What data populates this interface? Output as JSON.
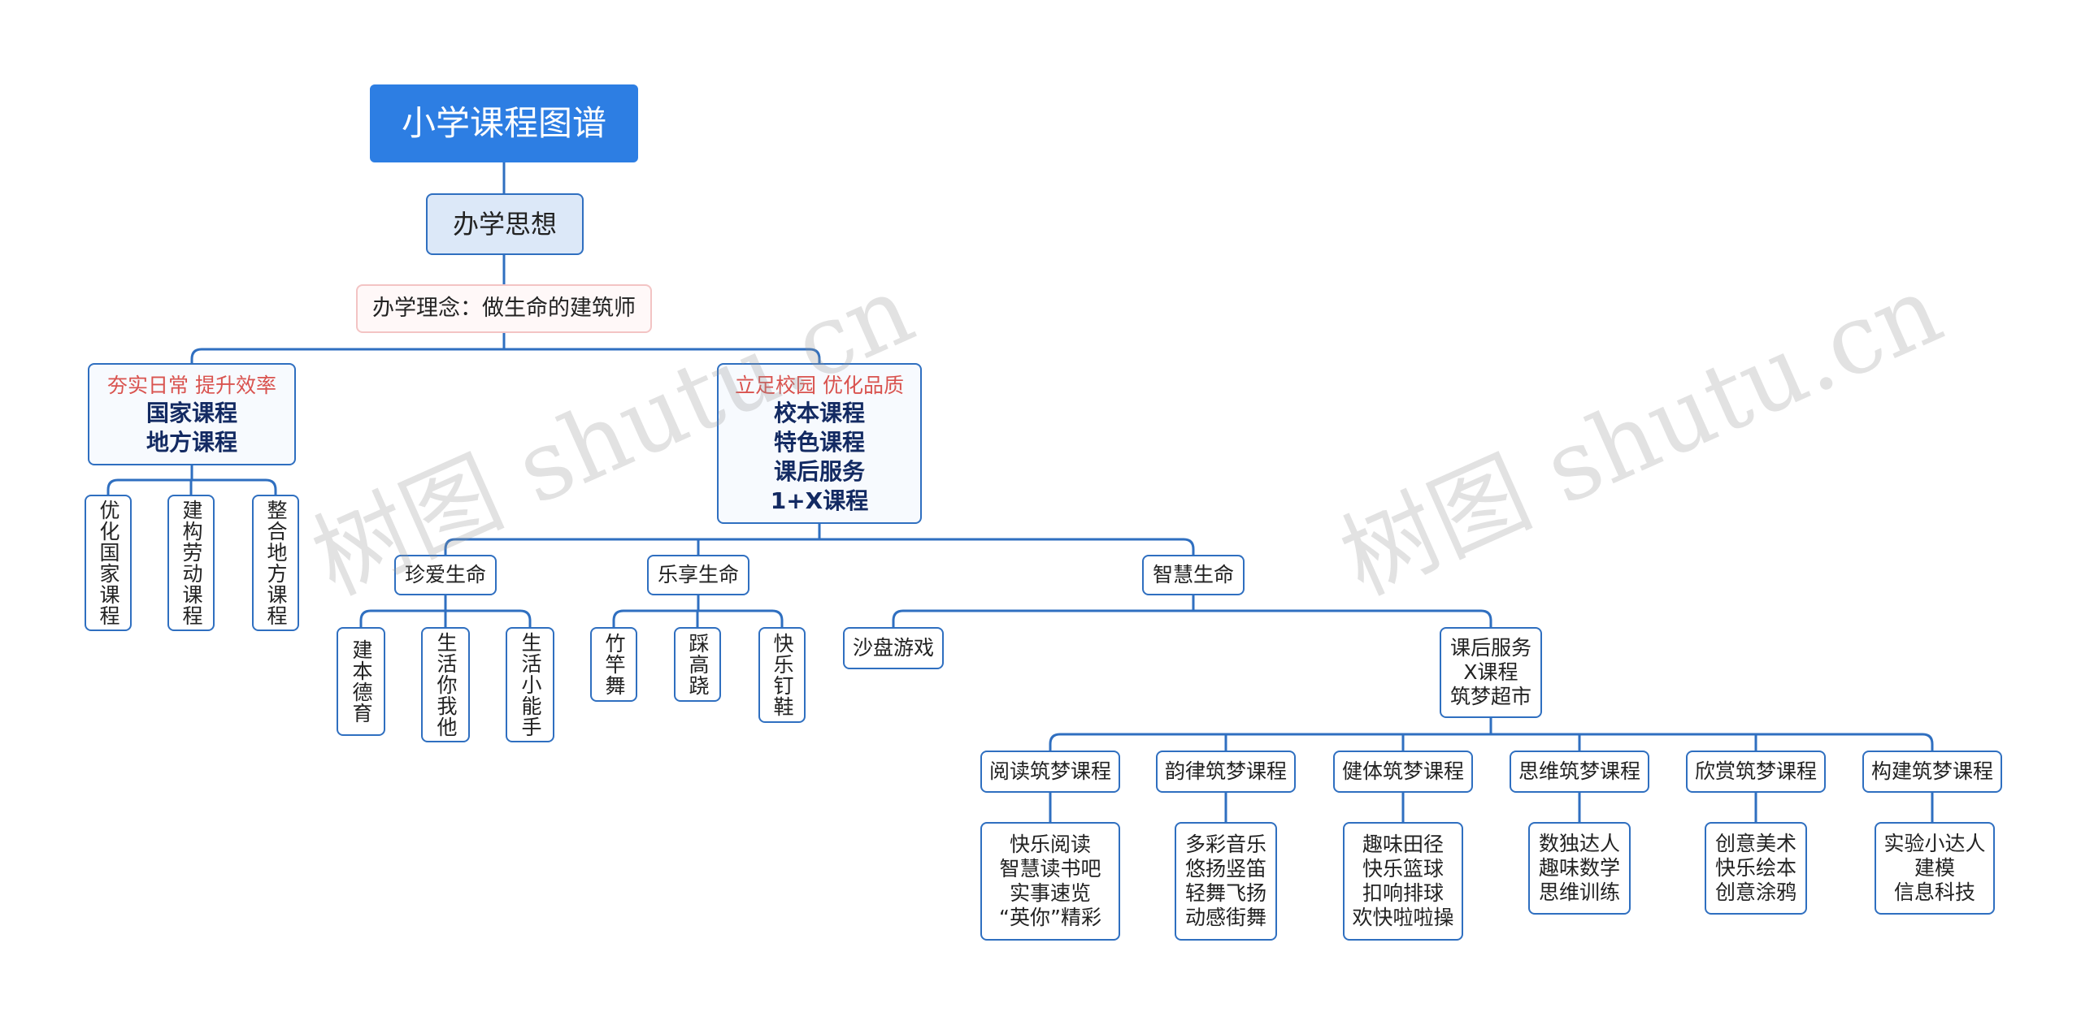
{
  "root": {
    "title": "小学课程图谱"
  },
  "idea": {
    "label": "办学思想"
  },
  "motto": {
    "label": "办学理念：做生命的建筑师"
  },
  "national": {
    "slogan": "夯实日常  提升效率",
    "lines": [
      "国家课程",
      "地方课程"
    ],
    "children": [
      "优化国家课程",
      "建构劳动课程",
      "整合地方课程"
    ]
  },
  "school": {
    "slogan": "立足校园  优化品质",
    "lines": [
      "校本课程",
      "特色课程",
      "课后服务",
      "1+X课程"
    ]
  },
  "life_love": {
    "label": "珍爱生命",
    "children": [
      "建本德育",
      "生活你我他",
      "生活小能手"
    ]
  },
  "life_joy": {
    "label": "乐享生命",
    "children": [
      "竹竿舞",
      "踩高跷",
      "快乐钉鞋"
    ]
  },
  "life_wisdom": {
    "label": "智慧生命"
  },
  "sandplay": {
    "label": "沙盘游戏"
  },
  "after_school": {
    "label": "课后服务\nX课程\n筑梦超市"
  },
  "dream_courses": [
    {
      "title": "阅读筑梦课程",
      "items": "快乐阅读\n智慧读书吧\n实事速览\n“英你”精彩"
    },
    {
      "title": "韵律筑梦课程",
      "items": "多彩音乐\n悠扬竖笛\n轻舞飞扬\n动感街舞"
    },
    {
      "title": "健体筑梦课程",
      "items": "趣味田径\n快乐篮球\n扣响排球\n欢快啦啦操"
    },
    {
      "title": "思维筑梦课程",
      "items": "数独达人\n趣味数学\n思维训练"
    },
    {
      "title": "欣赏筑梦课程",
      "items": "创意美术\n快乐绘本\n创意涂鸦"
    },
    {
      "title": "构建筑梦课程",
      "items": "实验小达人\n建模\n信息科技"
    }
  ],
  "watermark": "树图 shutu.cn",
  "colors": {
    "line": "#2f6fc0",
    "root_fill": "#2d7ee3",
    "slogan": "#d9534f"
  }
}
